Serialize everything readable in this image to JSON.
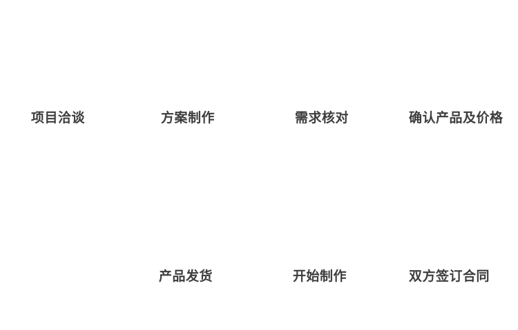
{
  "flow": {
    "top_row": [
      {
        "label": "项目洽谈"
      },
      {
        "label": "方案制作"
      },
      {
        "label": "需求核对"
      },
      {
        "label": "确认产品及价格"
      }
    ],
    "bottom_row": [
      {
        "label": "产品发货"
      },
      {
        "label": "开始制作"
      },
      {
        "label": "双方签订合同"
      }
    ]
  }
}
